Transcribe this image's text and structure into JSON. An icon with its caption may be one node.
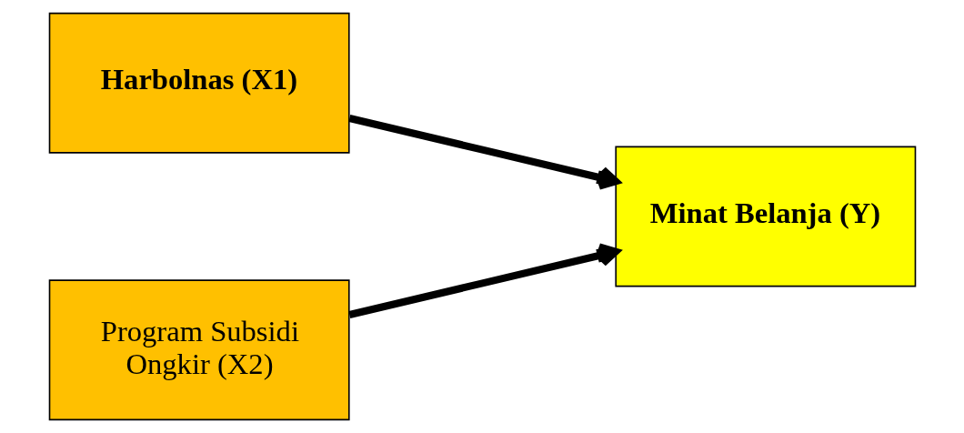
{
  "diagram": {
    "nodes": [
      {
        "text": [
          "Harbolnas (X1)"
        ]
      },
      {
        "text": [
          "Program Subsidi Ongkir (X2)"
        ]
      },
      {
        "text": [
          "Minat Belanja (Y)"
        ]
      }
    ],
    "edges": [
      {
        "from": 0,
        "to": 2,
        "arrow": "to"
      },
      {
        "from": 1,
        "to": 2,
        "arrow": "to"
      }
    ]
  }
}
